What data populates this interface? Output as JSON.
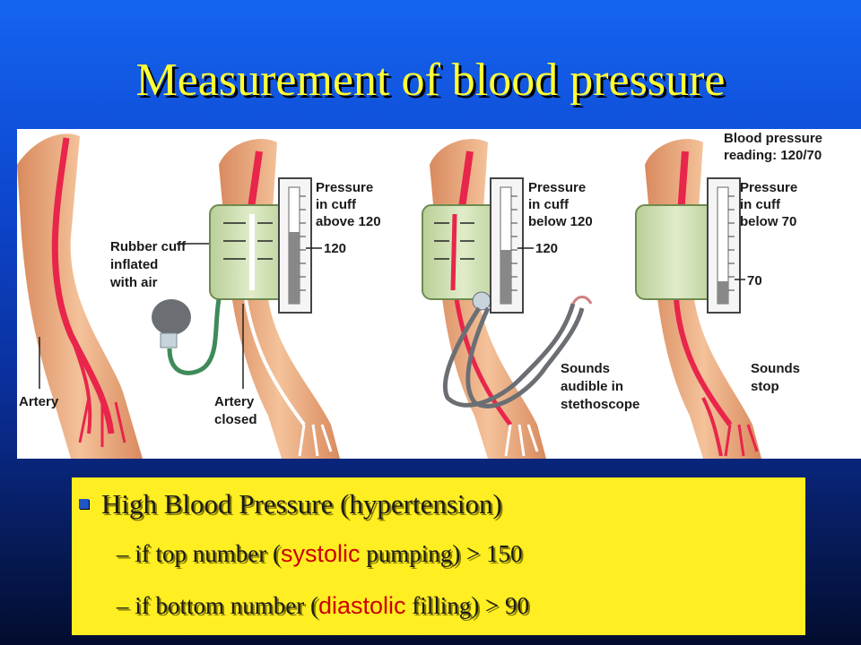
{
  "slide": {
    "title": "Measurement of blood pressure"
  },
  "figure": {
    "labels": {
      "rubber_cuff_1": "Rubber cuff",
      "rubber_cuff_2": "inflated",
      "rubber_cuff_3": "with air",
      "artery": "Artery",
      "artery_closed_1": "Artery",
      "artery_closed_2": "closed",
      "p1_line1": "Pressure",
      "p1_line2": "in cuff",
      "p1_line3": "above 120",
      "p1_tick": "120",
      "p2_line1": "Pressure",
      "p2_line2": "in cuff",
      "p2_line3": "below 120",
      "p2_tick": "120",
      "sounds_audible_1": "Sounds",
      "sounds_audible_2": "audible in",
      "sounds_audible_3": "stethoscope",
      "reading_1": "Blood pressure",
      "reading_2": "reading: 120/70",
      "p3_line1": "Pressure",
      "p3_line2": "in cuff",
      "p3_line3": "below 70",
      "p3_tick": "70",
      "sounds_stop_1": "Sounds",
      "sounds_stop_2": "stop"
    }
  },
  "notes": {
    "bullet": "High Blood Pressure (hypertension)",
    "sub1_pre": "if top number (",
    "sub1_hl": "systolic",
    "sub1_post": " pumping) > 150",
    "sub2_pre": "if bottom number (",
    "sub2_hl": "diastolic",
    "sub2_post": " filling) > 90",
    "dash": "–"
  },
  "colors": {
    "title": "#ffff33",
    "highlight_box": "#ffee22",
    "highlight_text": "#cc0000",
    "skin": "#f0b48a",
    "artery": "#e8254b",
    "cuff": "#c6d9a8"
  }
}
